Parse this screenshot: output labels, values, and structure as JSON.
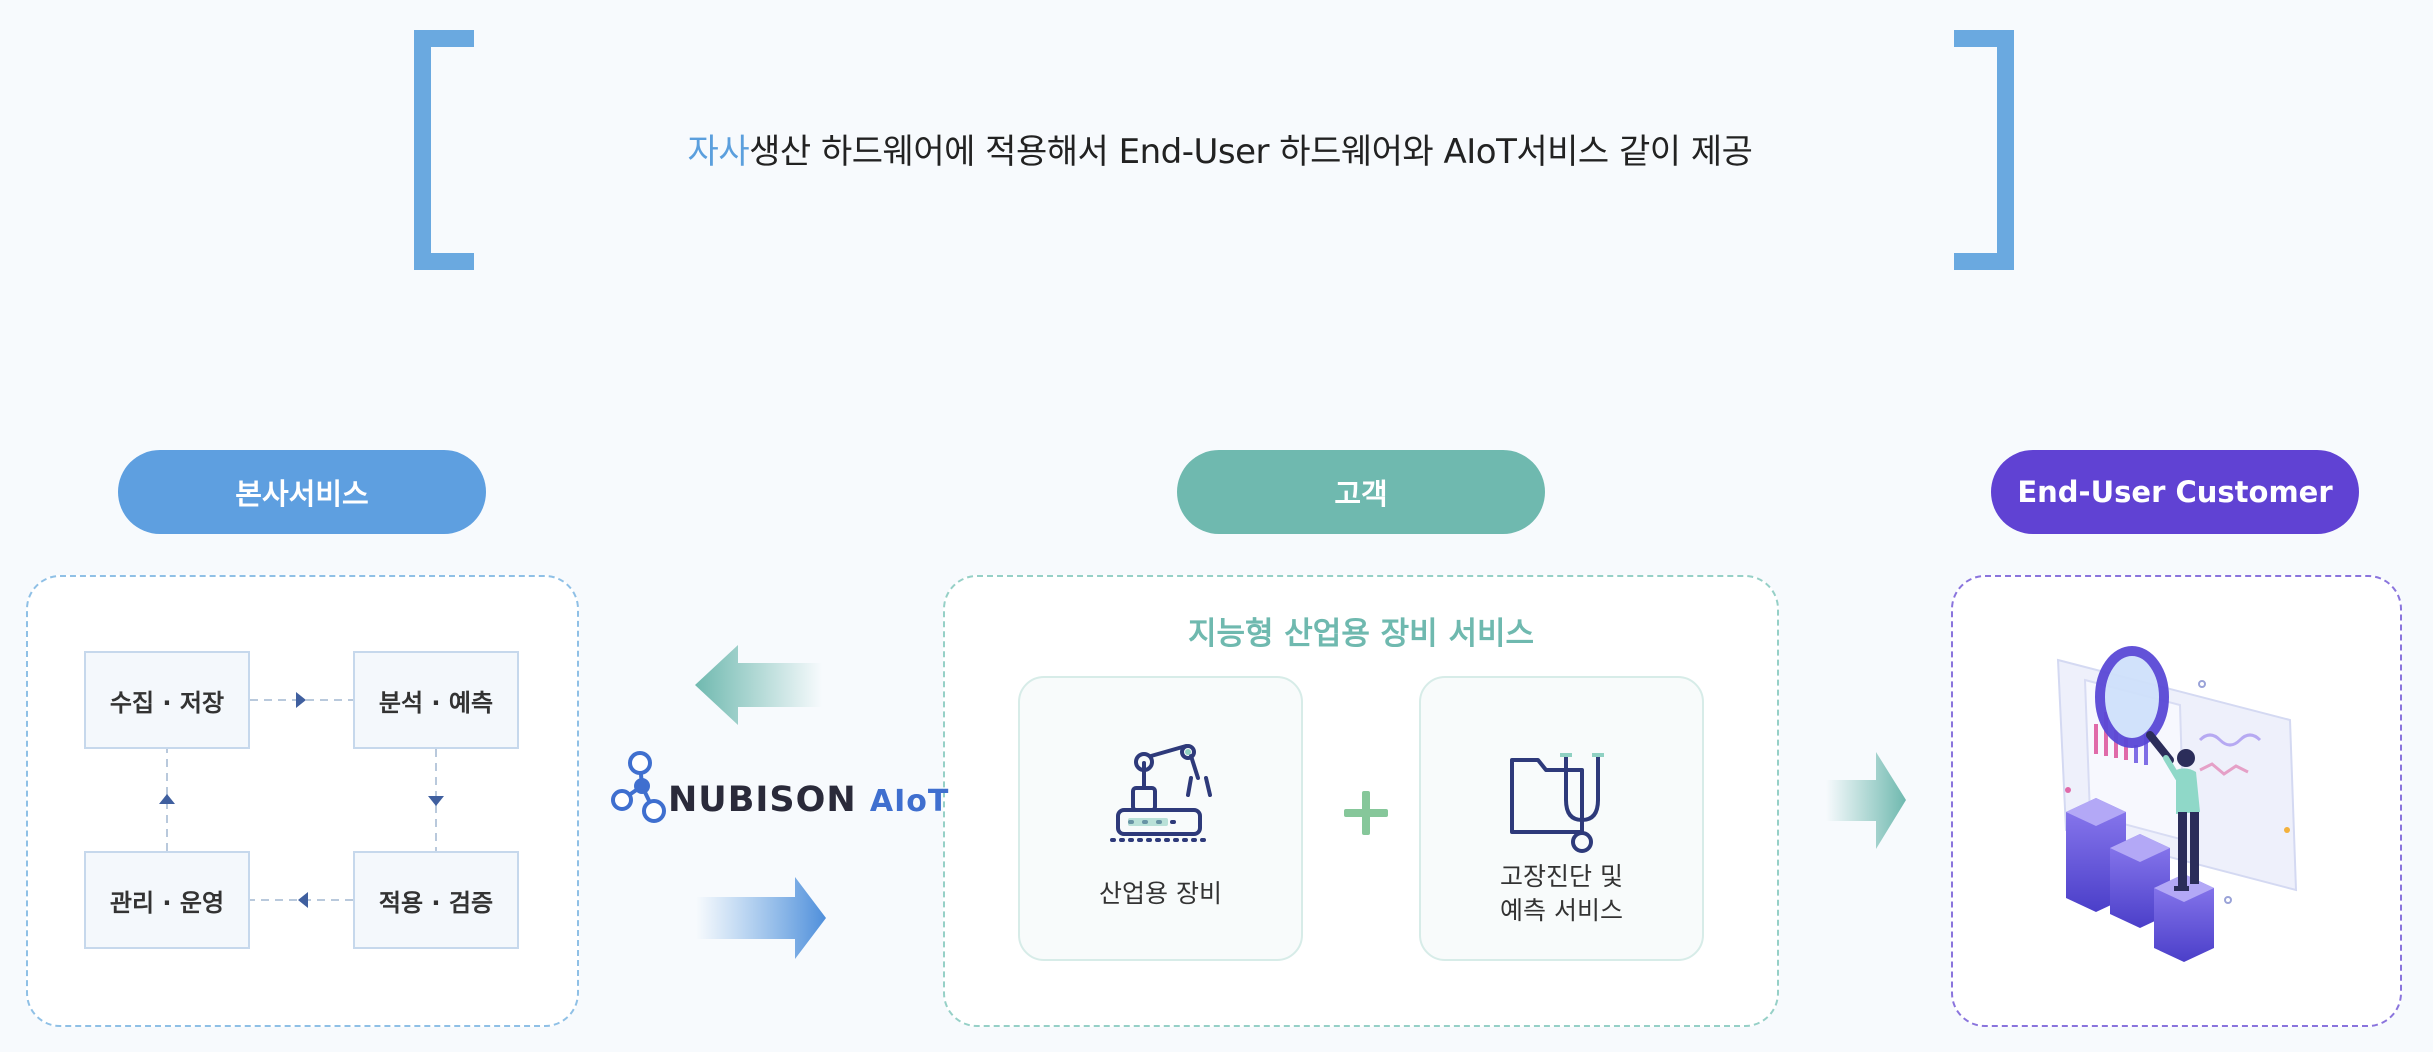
{
  "headline": {
    "accent": "자사",
    "text": "생산 하드웨어에 적용해서 End-User 하드웨어와 AIoT서비스 같이 제공"
  },
  "pills": {
    "hq": "본사서비스",
    "customer": "고객",
    "end_user": "End-User Customer"
  },
  "hq_cycle": {
    "collect": "수집 · 저장",
    "analyze": "분석 · 예측",
    "apply": "적용 · 검증",
    "manage": "관리 · 운영"
  },
  "logo": {
    "brand": "NUBISON",
    "suffix": "AIoT"
  },
  "customer_panel": {
    "title": "지능형 산업용 장비 서비스",
    "equipment_label": "산업용 장비",
    "diagnosis_label": "고장진단 및\n예측 서비스"
  },
  "colors": {
    "blue": "#5e9fe0",
    "teal": "#6fb9af",
    "purple": "#6042d3",
    "plus": "#86c79a"
  },
  "icons": [
    "robot-arm-icon",
    "folder-stethoscope-icon",
    "plus-icon",
    "nubison-logo-icon",
    "analytics-illustration-icon"
  ]
}
